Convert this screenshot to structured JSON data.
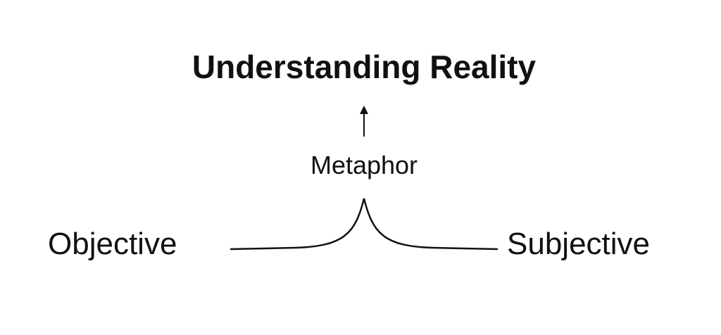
{
  "title": "Understanding Reality",
  "middle": "Metaphor",
  "left": "Objective",
  "right": "Subjective"
}
